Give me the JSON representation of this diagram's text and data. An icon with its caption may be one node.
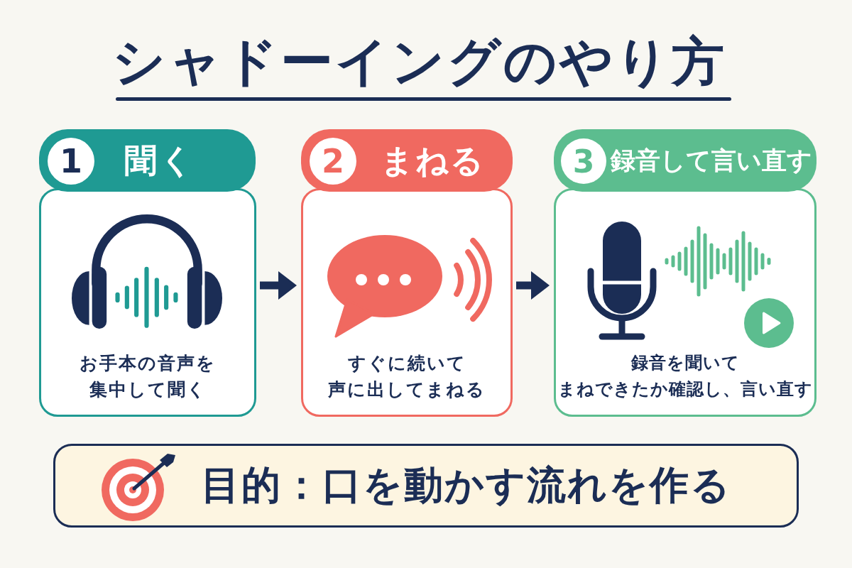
{
  "diagram": {
    "title": "シャドーイングのやり方",
    "nodes": [
      {
        "text": [
          "聞く"
        ]
      },
      {
        "text": [
          "1"
        ],
        "in": 0
      },
      {
        "text": [
          "お手本の音声を集中して聞く"
        ]
      },
      {
        "text": [
          "まねる"
        ]
      },
      {
        "text": [
          "2"
        ],
        "in": 3
      },
      {
        "text": [
          "すぐに続いて声に出してまねる"
        ]
      },
      {
        "text": [
          "録音して言い直す"
        ]
      },
      {
        "text": [
          "3"
        ],
        "in": 6
      },
      {
        "text": [
          "録音を聞いてまねできたか確認し、言い直す"
        ]
      },
      {
        "text": [
          "目的：口を動かす流れを作る"
        ]
      }
    ],
    "edges": [
      {
        "from": 2,
        "to": 5,
        "arrow": "to"
      },
      {
        "from": 5,
        "to": 8,
        "arrow": "to"
      }
    ]
  }
}
